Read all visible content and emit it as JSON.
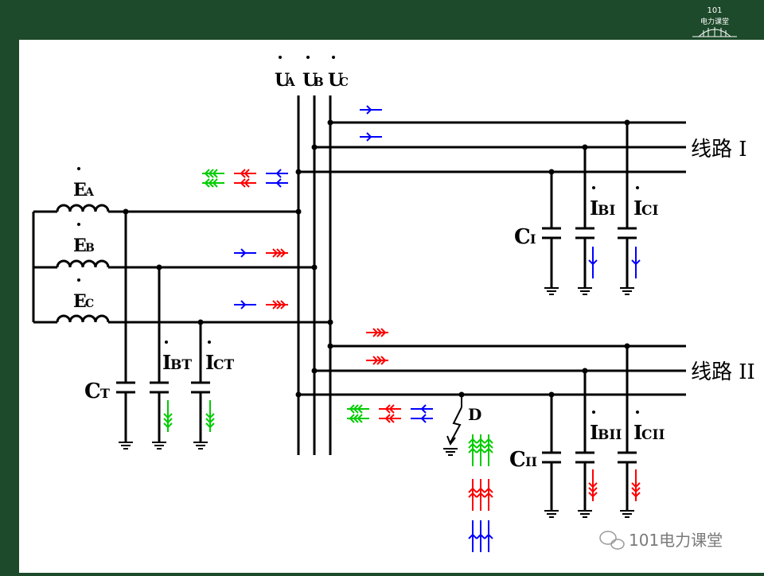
{
  "header": {
    "logo": {
      "line1": "101",
      "line2": "电力课堂"
    }
  },
  "diagram": {
    "bus_labels": [
      "U",
      "U",
      "U"
    ],
    "bus_subs": [
      "A",
      "B",
      "C"
    ],
    "source_labels": [
      "E",
      "E",
      "E"
    ],
    "source_subs": [
      "A",
      "B",
      "C"
    ],
    "line1_label": "线路 I",
    "line2_label": "线路 II",
    "ct_label": "C",
    "ct_sub": "T",
    "cap1_label": "C",
    "cap1_sub": "I",
    "cap2_label": "C",
    "cap2_sub": "II",
    "ibt_label": "I",
    "ibt_sub": "BT",
    "ict_label": "I",
    "ict_sub": "CT",
    "ib1_label": "I",
    "ib1_sub": "BI",
    "ic1_label": "I",
    "ic1_sub": "CI",
    "ib2_label": "I",
    "ib2_sub": "BII",
    "ic2_label": "I",
    "ic2_sub": "CII",
    "fault_label": "D"
  },
  "watermark": {
    "text": "101电力课堂"
  },
  "colors": {
    "phase_a": "#00cc00",
    "phase_b": "#ff0000",
    "phase_c": "#0000ff",
    "wire": "#000000"
  }
}
